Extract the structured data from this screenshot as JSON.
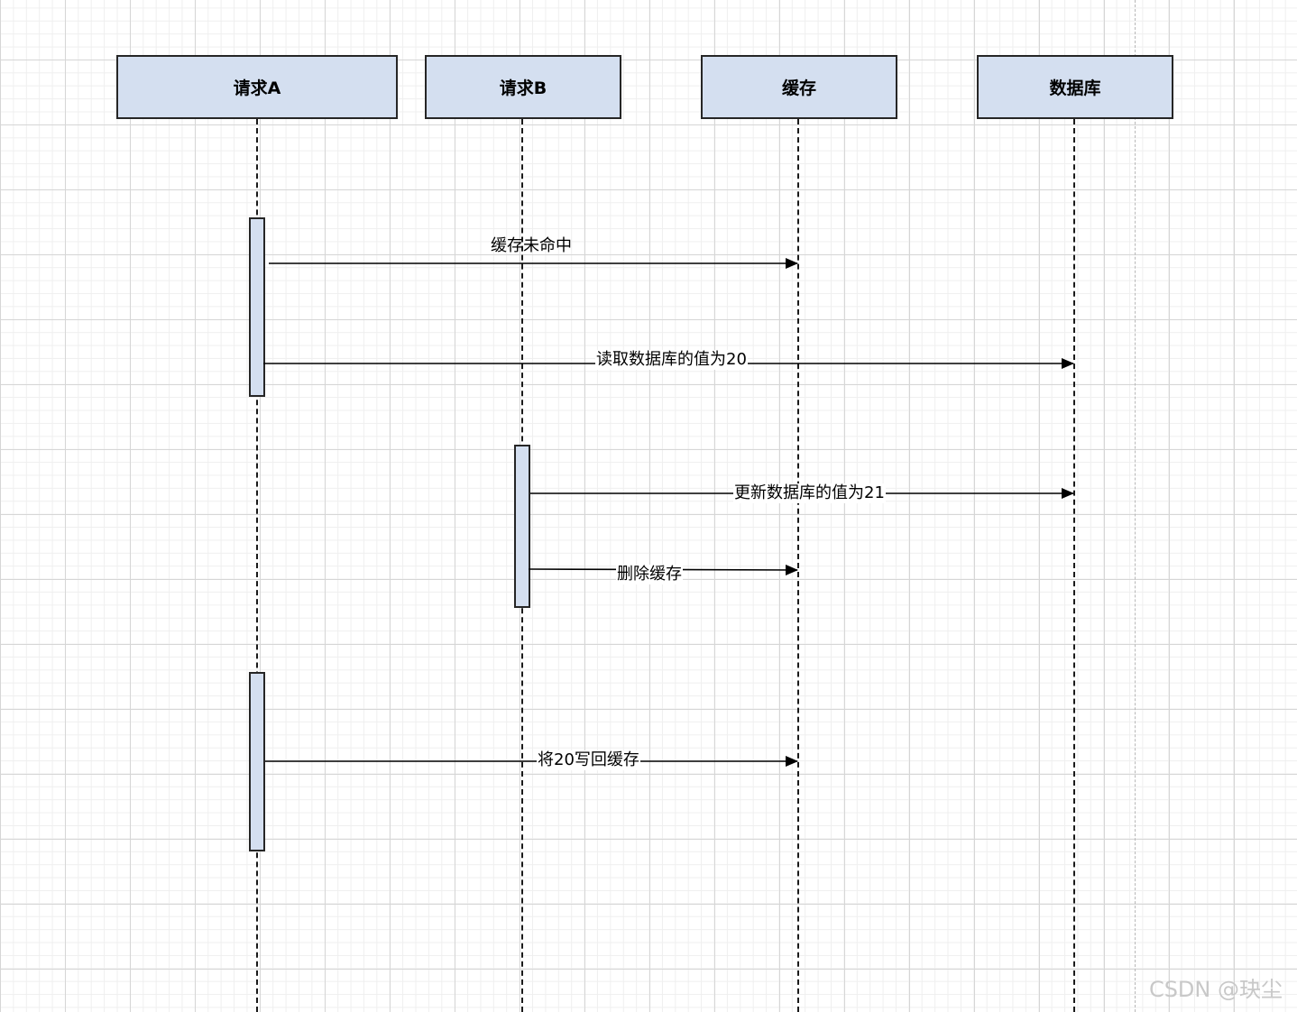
{
  "participants": [
    {
      "name": "请求A"
    },
    {
      "name": "请求B"
    },
    {
      "name": "缓存"
    },
    {
      "name": "数据库"
    }
  ],
  "messages": [
    {
      "label": "缓存未命中",
      "from": "请求A",
      "to": "缓存"
    },
    {
      "label": "读取数据库的值为20",
      "from": "请求A",
      "to": "数据库"
    },
    {
      "label": "更新数据库的值为21",
      "from": "请求B",
      "to": "数据库"
    },
    {
      "label": "删除缓存",
      "from": "请求B",
      "to": "缓存"
    },
    {
      "label": "将20写回缓存",
      "from": "请求A",
      "to": "缓存"
    }
  ],
  "watermark": "CSDN @玦尘",
  "colors": {
    "participant_fill": "#d4dff0",
    "stroke": "#262626",
    "grid": "#d6d6d6"
  }
}
